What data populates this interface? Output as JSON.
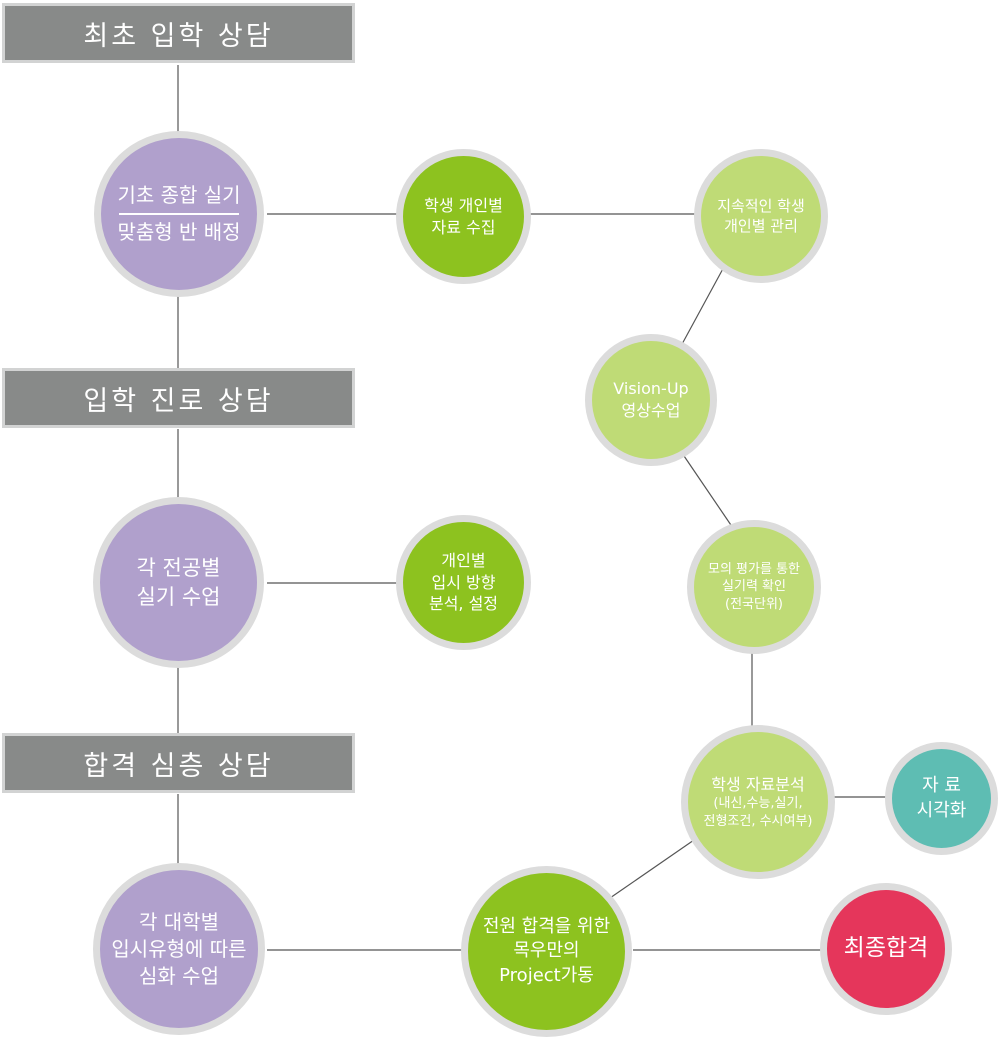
{
  "banners": {
    "first": "최초 입학 상담",
    "second": "입학 진로 상담",
    "third": "합격 심층 상담"
  },
  "nodes": {
    "basic_class": {
      "line1": "기초 종합 실기",
      "line2": "맞춤형 반 배정"
    },
    "student_data": {
      "line1": "학생 개인별",
      "line2": "자료 수집"
    },
    "continuous_mgmt": {
      "line1": "지속적인 학생",
      "line2": "개인별 관리"
    },
    "vision_up": {
      "line1": "Vision-Up",
      "line2": "영상수업"
    },
    "mock_eval": {
      "line1": "모의 평가를 통한",
      "line2": "실기력 확인",
      "line3": "(전국단위)"
    },
    "major_class": {
      "line1": "각 전공별",
      "line2": "실기 수업"
    },
    "individual_direction": {
      "line1": "개인별",
      "line2": "입시 방향",
      "line3": "분석, 설정"
    },
    "data_analysis": {
      "line1": "학생 자료분석",
      "line2": "(내신,수능,실기,",
      "line3": "전형조건, 수시여부)"
    },
    "visualization": {
      "line1": "자 료",
      "line2": "시각화"
    },
    "univ_class": {
      "line1": "각 대학별",
      "line2": "입시유형에 따른",
      "line3": "심화 수업"
    },
    "project": {
      "line1": "전원 합격을 위한",
      "line2": "목우만의",
      "line3": "Project가동"
    },
    "final_pass": {
      "line1": "최종합격"
    }
  },
  "colors": {
    "banner": "#888a89",
    "purple": "#b0a0cc",
    "green": "#8dc21f",
    "light_green": "#bfdb76",
    "teal": "#5ebdb3",
    "red": "#e5365b",
    "connector": "#555555"
  }
}
